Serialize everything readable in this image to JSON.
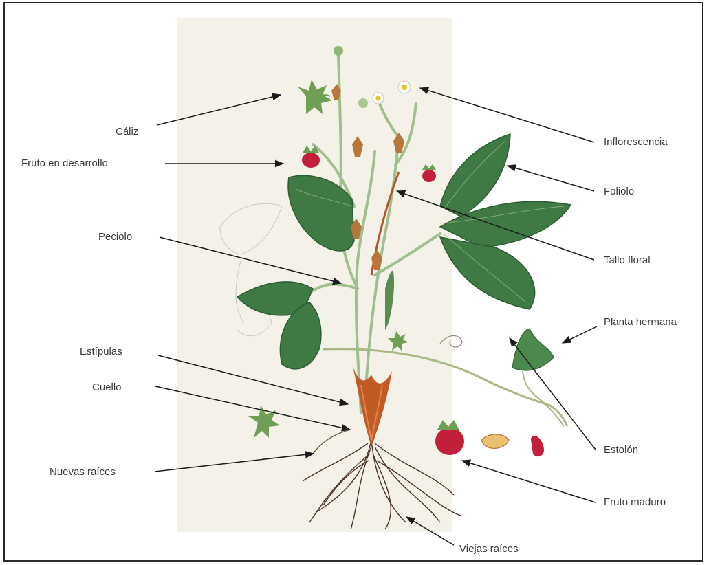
{
  "colors": {
    "border": "#2a2a2a",
    "plate": "#f4f1e9",
    "leaf": "#3f7a45",
    "stem": "#9fbf8c",
    "fruit": "#c21f3a",
    "stipule": "#c25a26",
    "root": "#4a3226",
    "arrow": "#1a1a1a"
  },
  "labels": {
    "caliz": "Cáliz",
    "fruto_desarrollo": "Fruto en desarrollo",
    "peciolo": "Peciolo",
    "estipulas": "Estípulas",
    "cuello": "Cuello",
    "nuevas_raices": "Nuevas raíces",
    "inflorescencia": "Inflorescencia",
    "foliolo": "Foliolo",
    "tallo_floral": "Tallo floral",
    "planta_hermana": "Planta hermana",
    "estolon": "Estolón",
    "fruto_maduro": "Fruto maduro",
    "viejas_raices": "Viejas raíces"
  }
}
